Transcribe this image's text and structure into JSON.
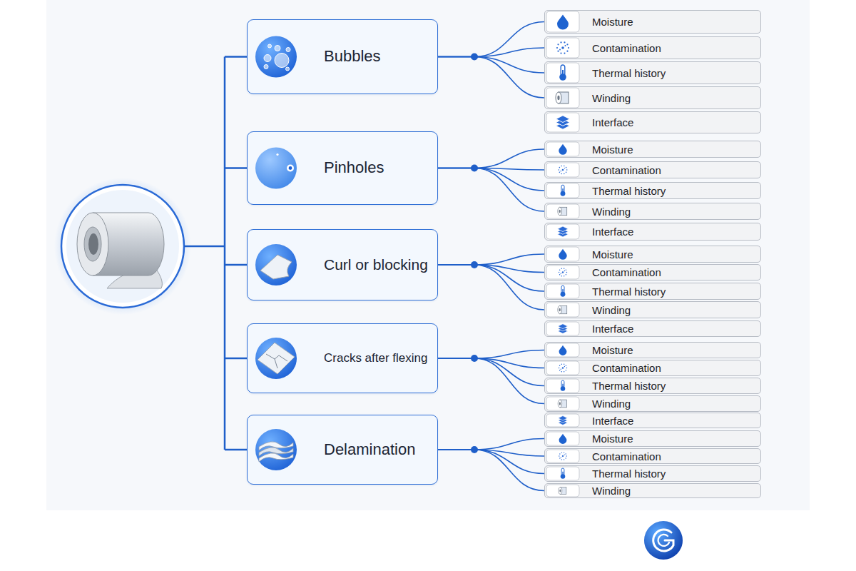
{
  "diagram": {
    "nodes": [
      {
        "text": [
          "Bubbles"
        ]
      },
      {
        "text": [
          "Moisture"
        ]
      },
      {
        "text": [
          "Contamination"
        ]
      },
      {
        "text": [
          "Thermal history"
        ]
      },
      {
        "text": [
          "Winding"
        ]
      },
      {
        "text": [
          "Interface"
        ]
      },
      {
        "text": [
          "Pinholes"
        ]
      },
      {
        "text": [
          "Moisture"
        ]
      },
      {
        "text": [
          "Contamination"
        ]
      },
      {
        "text": [
          "Thermal history"
        ]
      },
      {
        "text": [
          "Winding"
        ]
      },
      {
        "text": [
          "Interface"
        ]
      },
      {
        "text": [
          "Curl or blocking"
        ]
      },
      {
        "text": [
          "Moisture"
        ]
      },
      {
        "text": [
          "Contamination"
        ]
      },
      {
        "text": [
          "Thermal history"
        ]
      },
      {
        "text": [
          "Winding"
        ]
      },
      {
        "text": [
          "Interface"
        ]
      },
      {
        "text": [
          "Cracks after flexing"
        ]
      },
      {
        "text": [
          "Moisture"
        ]
      },
      {
        "text": [
          "Contamination"
        ]
      },
      {
        "text": [
          "Thermal history"
        ]
      },
      {
        "text": [
          "Winding"
        ]
      },
      {
        "text": [
          "Interface"
        ]
      },
      {
        "text": [
          "Delamination"
        ]
      },
      {
        "text": [
          "Moisture"
        ]
      },
      {
        "text": [
          "Contamination"
        ]
      },
      {
        "text": [
          "Thermal history"
        ]
      },
      {
        "text": [
          "Winding"
        ]
      }
    ],
    "edges": [
      {
        "from": 0,
        "to": 1,
        "arrow": "none"
      },
      {
        "from": 0,
        "to": 2,
        "arrow": "none"
      },
      {
        "from": 0,
        "to": 3,
        "arrow": "none"
      },
      {
        "from": 0,
        "to": 4,
        "arrow": "none"
      },
      {
        "from": 6,
        "to": 7,
        "arrow": "none"
      },
      {
        "from": 6,
        "to": 8,
        "arrow": "none"
      },
      {
        "from": 6,
        "to": 9,
        "arrow": "none"
      },
      {
        "from": 6,
        "to": 10,
        "arrow": "none"
      },
      {
        "from": 12,
        "to": 13,
        "arrow": "none"
      },
      {
        "from": 12,
        "to": 14,
        "arrow": "none"
      },
      {
        "from": 12,
        "to": 15,
        "arrow": "none"
      },
      {
        "from": 12,
        "to": 16,
        "arrow": "none"
      },
      {
        "from": 18,
        "to": 19,
        "arrow": "none"
      },
      {
        "from": 18,
        "to": 20,
        "arrow": "none"
      },
      {
        "from": 18,
        "to": 21,
        "arrow": "none"
      },
      {
        "from": 18,
        "to": 22,
        "arrow": "none"
      },
      {
        "from": 24,
        "to": 25,
        "arrow": "none"
      },
      {
        "from": 24,
        "to": 26,
        "arrow": "none"
      },
      {
        "from": 24,
        "to": 27,
        "arrow": "none"
      },
      {
        "from": 24,
        "to": 28,
        "arrow": "none"
      }
    ]
  }
}
